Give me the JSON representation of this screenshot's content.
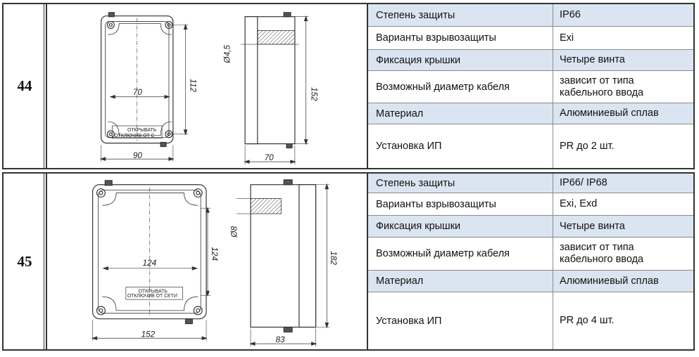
{
  "products": [
    {
      "number": "44",
      "drawing": {
        "front_width": "90",
        "inner_width": "70",
        "height": "112",
        "side_height": "152",
        "side_depth": "70",
        "hole_diameter": "Ø4,5",
        "label_line1": "ОТКРЫВАТЬ",
        "label_line2": "ОТКЛЮЧИВ   ОТ С"
      },
      "specs": [
        {
          "label": "Степень защиты",
          "value": "IP66"
        },
        {
          "label": "Варианты взрывозащиты",
          "value": "Exi"
        },
        {
          "label": "Фиксация крышки",
          "value": "Четыре винта"
        },
        {
          "label": "Возможный диаметр кабеля",
          "value": "зависит от типа\n кабельного ввода"
        },
        {
          "label": "Материал",
          "value": "Алюминиевый сплав"
        },
        {
          "label": "Установка ИП",
          "value": "PR до 2 шт."
        }
      ]
    },
    {
      "number": "45",
      "drawing": {
        "front_width": "152",
        "inner_width": "124",
        "height": "124",
        "side_height": "182",
        "side_depth": "83",
        "hole_diameter": "Ø8",
        "label_line1": "ОТКРЫВАТЬ",
        "label_line2": "ОТКЛЮЧИВ   ОТ СЕТИ"
      },
      "specs": [
        {
          "label": "Степень защиты",
          "value": "IP66/ IP68"
        },
        {
          "label": "Варианты взрывозащиты",
          "value": "Exi, Exd"
        },
        {
          "label": "Фиксация крышки",
          "value": "Четыре винта"
        },
        {
          "label": "Возможный диаметр кабеля",
          "value": "зависит от типа\n кабельного ввода"
        },
        {
          "label": "Материал",
          "value": "Алюминиевый сплав"
        },
        {
          "label": "Установка ИП",
          "value": "PR до 4 шт."
        }
      ]
    }
  ]
}
